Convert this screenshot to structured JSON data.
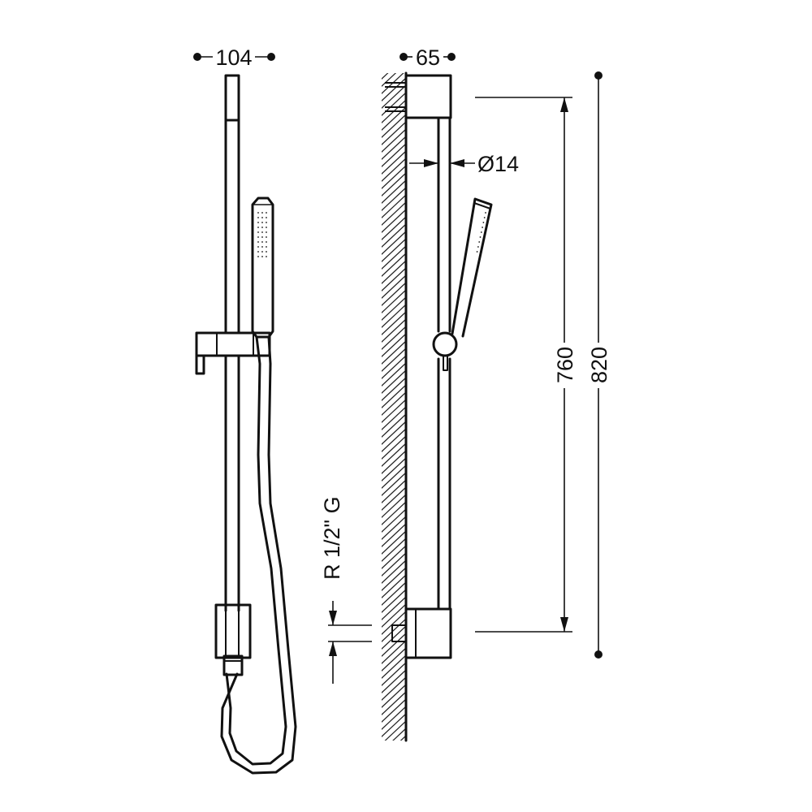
{
  "dimensions": {
    "front_width": "104",
    "side_depth": "65",
    "rail_diameter": "Ø14",
    "bracket_spacing": "760",
    "overall_height": "820",
    "thread": "R 1/2\" G"
  }
}
